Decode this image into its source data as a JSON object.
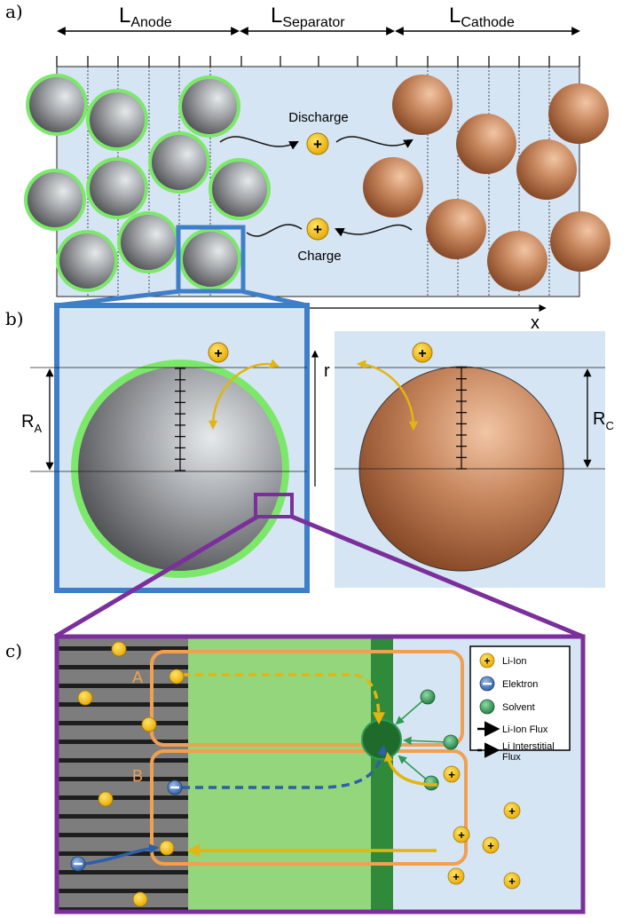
{
  "panel_labels": {
    "a": "a)",
    "b": "b)",
    "c": "c)"
  },
  "panel_a": {
    "length_labels": {
      "anode": {
        "main": "L",
        "sub": "Anode"
      },
      "separator": {
        "main": "L",
        "sub": "Separator"
      },
      "cathode": {
        "main": "L",
        "sub": "Cathode"
      }
    },
    "discharge_label": "Discharge",
    "charge_label": "Charge",
    "x_axis_label": "x",
    "ion_symbol": "+"
  },
  "panel_b": {
    "radius_axis_label": "r",
    "anode_radius": {
      "main": "R",
      "sub": "A"
    },
    "cathode_radius": {
      "main": "R",
      "sub": "C"
    },
    "ion_symbol": "+"
  },
  "panel_c": {
    "region_labels": {
      "a": "A",
      "b": "B"
    },
    "legend": [
      {
        "label": "Li-Ion",
        "icon": "li-ion-icon"
      },
      {
        "label": "Elektron",
        "icon": "electron-icon"
      },
      {
        "label": "Solvent",
        "icon": "solvent-icon"
      },
      {
        "label": "Li-Ion Flux",
        "icon": "solid-arrow-icon"
      },
      {
        "label": "Li Interstitial",
        "label2": "Flux",
        "icon": "dashed-arrow-icon"
      }
    ],
    "ion_symbol": "+",
    "electron_symbol": "−"
  },
  "colors": {
    "electrolyte": "#d6e5f3",
    "sei_green": "#7ce86a",
    "anode_box": "#3f7ec8",
    "zoom_purple": "#7a2f9b",
    "orange_region": "#f0a050",
    "ion_yellow": "#f2c315",
    "electron_blue": "#2e5fa8",
    "solvent_green": "#2e9a55",
    "flux_yellow": "#e2b80f"
  }
}
